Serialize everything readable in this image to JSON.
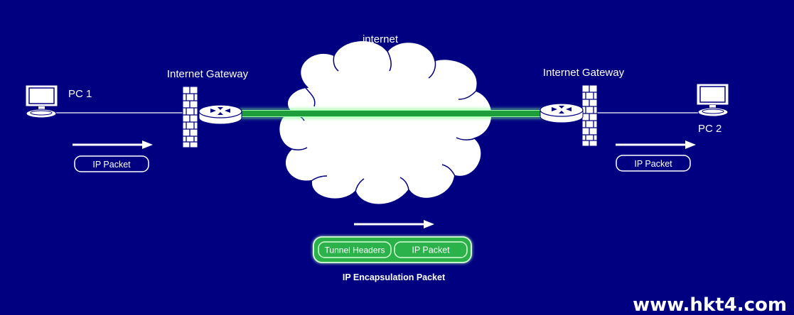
{
  "colors": {
    "background": "#000080",
    "line": "#ffffff",
    "tunnel": "#1e9e3a",
    "tunnel_glow": "#7dff8c",
    "packet_green": "#2bb24a"
  },
  "labels": {
    "internet": "internet",
    "gateway_left": "Internet Gateway",
    "gateway_right": "Internet Gateway",
    "pc1": "PC 1",
    "pc2": "PC 2",
    "packet_left": "IP Packet",
    "packet_right": "IP Packet",
    "tunnel_headers": "Tunnel Headers",
    "encap_ip_packet": "IP Packet",
    "encap_caption": "IP Encapsulation Packet",
    "watermark": "www.hkt4.com"
  },
  "icons": {
    "pc": "monitor-icon",
    "firewall": "firewall-icon",
    "router": "router-icon",
    "cloud": "cloud-icon"
  }
}
